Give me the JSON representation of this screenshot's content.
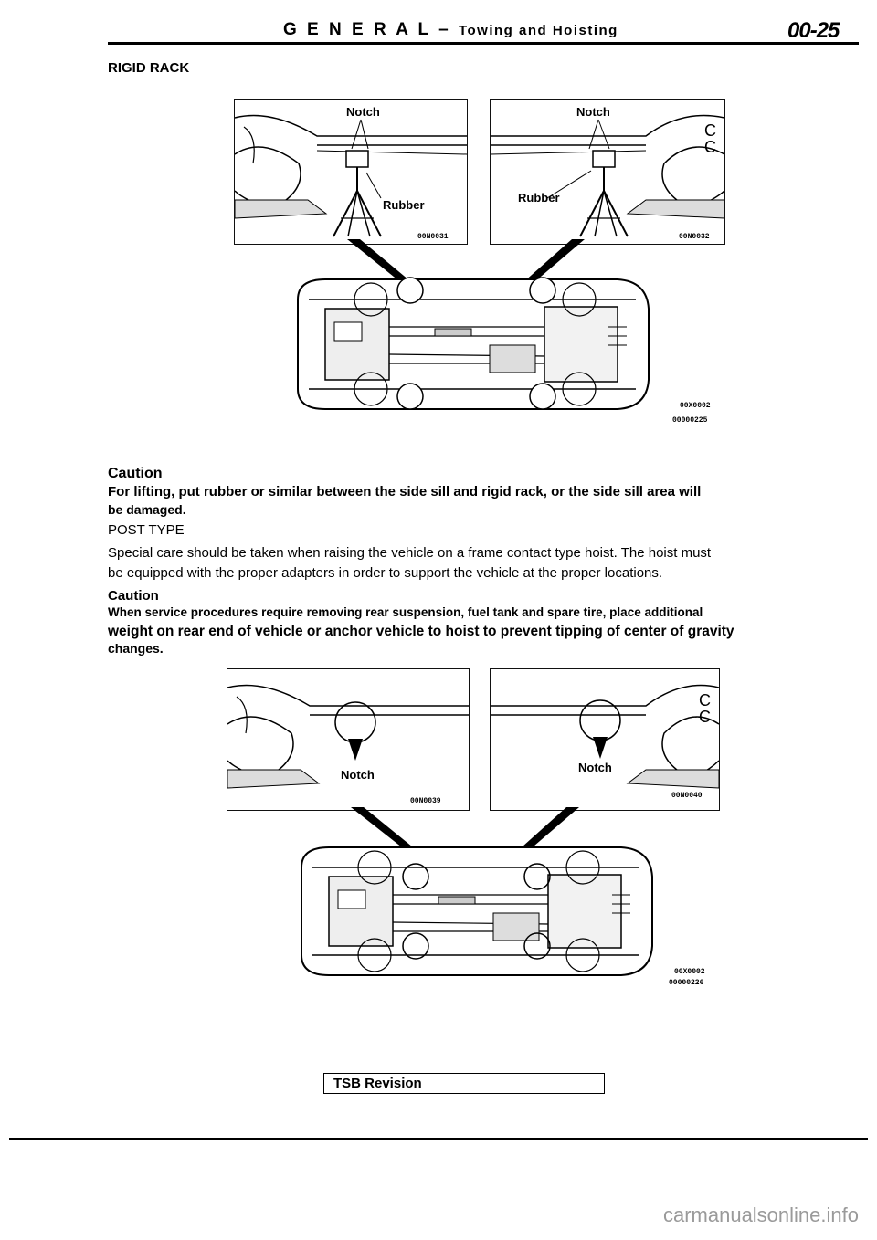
{
  "header": {
    "section": "G E N E R A L",
    "dash": "–",
    "subsection": "Towing and Hoisting",
    "page_number": "00-25"
  },
  "rigid_rack": {
    "heading": "RIGID RACK",
    "fig_left": {
      "notch": "Notch",
      "rubber": "Rubber",
      "code": "00N0031"
    },
    "fig_right": {
      "notch": "Notch",
      "rubber": "Rubber",
      "code": "00N0032"
    },
    "underbody_codes": [
      "00X0002",
      "00000225"
    ]
  },
  "caution1": {
    "title": "Caution",
    "text_line1": "For lifting, put rubber or similar between the side sill and rigid rack, or the side sill area will",
    "text_line2": "be damaged."
  },
  "post_type": {
    "heading": "POST TYPE",
    "line1": "Special care should be taken when raising the vehicle on a frame contact type hoist. The hoist must",
    "line2": "be equipped with the proper adapters in order to support the vehicle at the proper locations."
  },
  "caution2": {
    "title": "Caution",
    "line1": "When service procedures require removing rear suspension, fuel tank and spare tire, place additional",
    "line2": "weight on rear end of vehicle or anchor vehicle to hoist to prevent tipping of center of gravity",
    "line3": "changes."
  },
  "post_figs": {
    "fig_left": {
      "notch": "Notch",
      "code": "00N0039"
    },
    "fig_right": {
      "notch": "Notch",
      "code": "00N0040"
    },
    "underbody_codes": [
      "00X0002",
      "00000226"
    ]
  },
  "footer": {
    "tsb": "TSB Revision",
    "watermark": "carmanualsonline.info"
  }
}
